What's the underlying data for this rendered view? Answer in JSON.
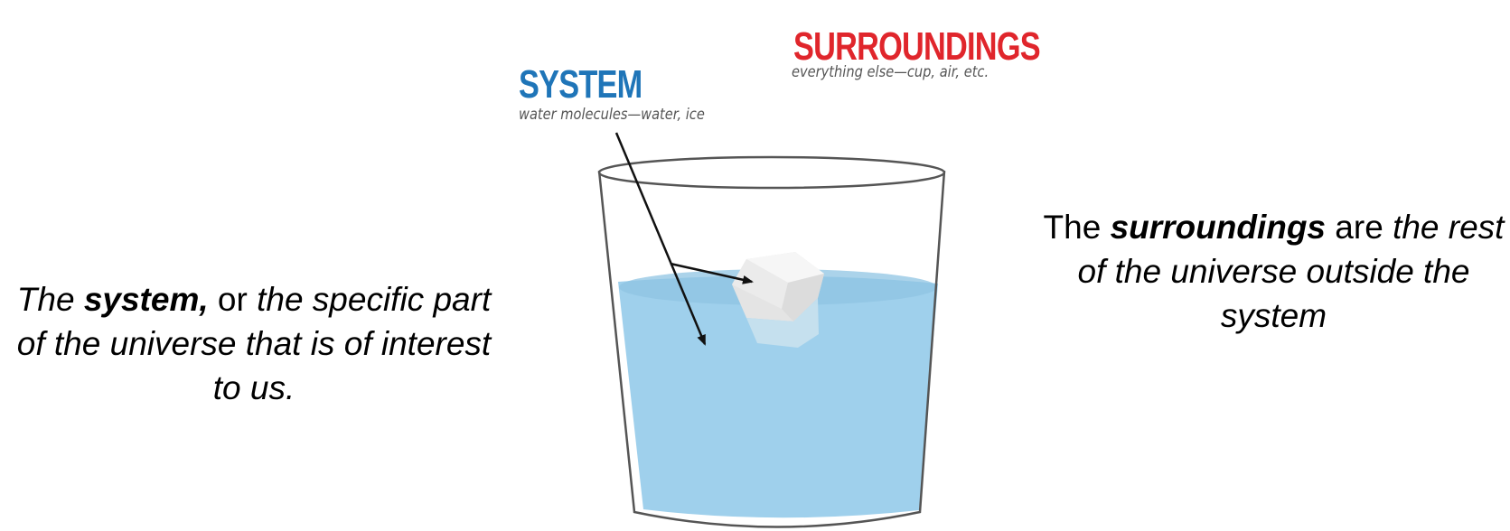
{
  "system_label": {
    "title": "SYSTEM",
    "subtitle": "water molecules—water, ice",
    "color": "#1f75b8"
  },
  "surroundings_label": {
    "title": "SURROUNDINGS",
    "subtitle": "everything else—cup, air, etc.",
    "color": "#e0262c"
  },
  "left_caption": {
    "part1": "The ",
    "term": "system,",
    "part2": " or ",
    "definition": "the specific part of the universe that is of interest to us."
  },
  "right_caption": {
    "part1": "The ",
    "term": "surroundings",
    "part2": " are ",
    "definition": "the rest of the universe outside the system"
  },
  "colors": {
    "water": "#9fd0ec",
    "water_surface": "#8fc4e3",
    "glass_outline": "#555555",
    "ice": "#eeeeee",
    "arrow": "#111111"
  }
}
